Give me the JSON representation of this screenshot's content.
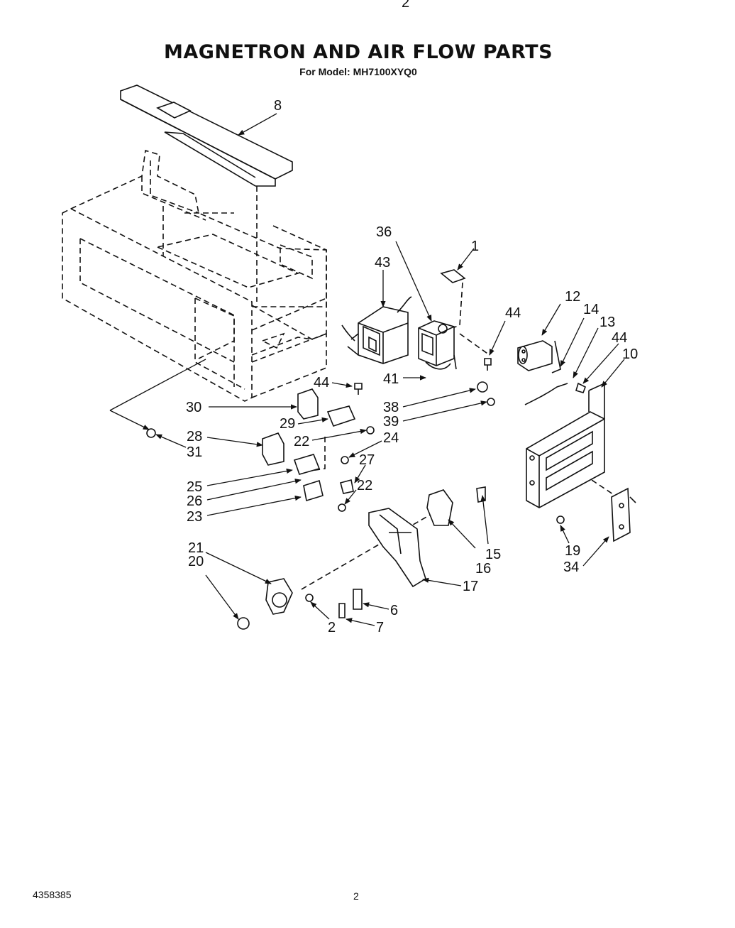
{
  "header": {
    "top_mark": "2",
    "title": "MAGNETRON AND AIR FLOW PARTS",
    "subtitle": "For Model: MH7100XYQ0"
  },
  "footer": {
    "doc_number": "4358385",
    "page_number": "2"
  },
  "callouts": {
    "c8": "8",
    "c36": "36",
    "c43": "43",
    "c1": "1",
    "c12": "12",
    "c14": "14",
    "c13": "13",
    "c44a": "44",
    "c44b": "44",
    "c44c": "44",
    "c10": "10",
    "c41": "41",
    "c30": "30",
    "c29": "29",
    "c38": "38",
    "c39": "39",
    "c28": "28",
    "c22a": "22",
    "c24": "24",
    "c31": "31",
    "c27": "27",
    "c22b": "22",
    "c25": "25",
    "c26": "26",
    "c23": "23",
    "c15": "15",
    "c16": "16",
    "c17": "17",
    "c19": "19",
    "c34": "34",
    "c21": "21",
    "c20": "20",
    "c6": "6",
    "c2": "2",
    "c7": "7"
  }
}
